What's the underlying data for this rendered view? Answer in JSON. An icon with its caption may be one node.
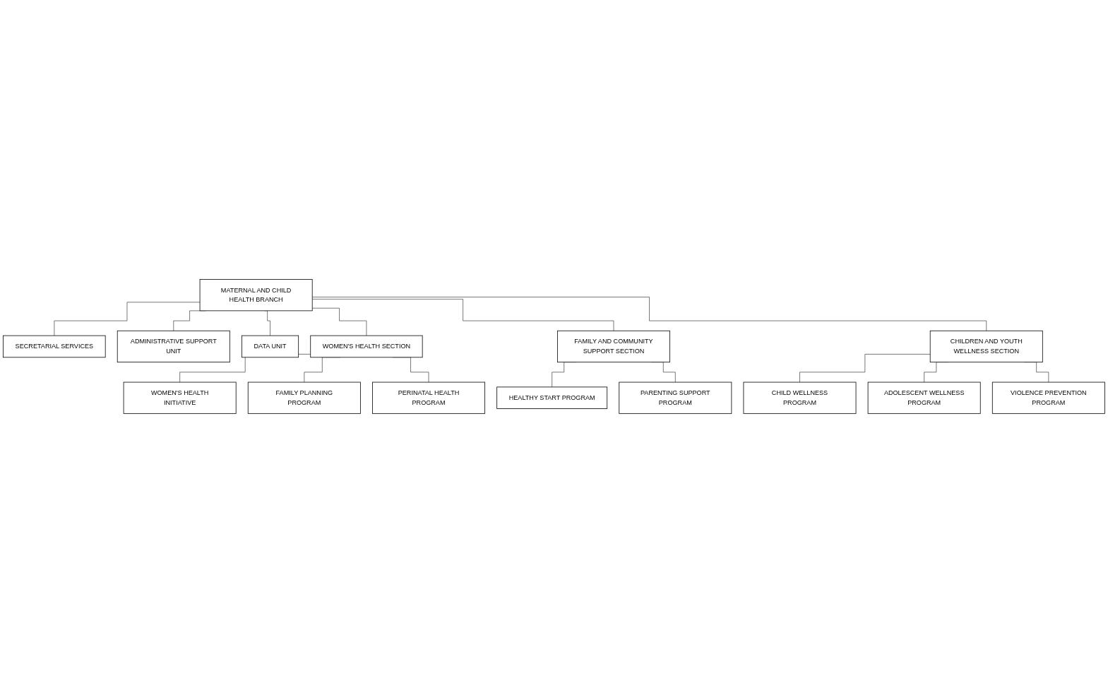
{
  "diagram": {
    "nodes": [
      {
        "text": [
          "MATERNAL AND CHILD HEALTH BRANCH"
        ]
      },
      {
        "text": [
          "SECRETARIAL SERVICES"
        ]
      },
      {
        "text": [
          "ADMINISTRATIVE SUPPORT UNIT"
        ]
      },
      {
        "text": [
          "DATA UNIT"
        ]
      },
      {
        "text": [
          "WOMEN'S HEALTH SECTION"
        ]
      },
      {
        "text": [
          "FAMILY AND COMMUNITY SUPPORT SECTION"
        ]
      },
      {
        "text": [
          "CHILDREN AND YOUTH WELLNESS SECTION"
        ]
      },
      {
        "text": [
          "WOMEN'S HEALTH INITIATIVE"
        ]
      },
      {
        "text": [
          "FAMILY PLANNING PROGRAM"
        ]
      },
      {
        "text": [
          "PERINATAL HEALTH PROGRAM"
        ]
      },
      {
        "text": [
          "HEALTHY START PROGRAM"
        ]
      },
      {
        "text": [
          "PARENTING SUPPORT PROGRAM"
        ]
      },
      {
        "text": [
          "CHILD WELLNESS PROGRAM"
        ]
      },
      {
        "text": [
          "ADOLESCENT WELLNESS PROGRAM"
        ]
      },
      {
        "text": [
          "VIOLENCE PREVENTION PROGRAM"
        ]
      }
    ],
    "edges": [
      {
        "from": 0,
        "to": 1,
        "arrow": "none"
      },
      {
        "from": 0,
        "to": 2,
        "arrow": "none"
      },
      {
        "from": 0,
        "to": 3,
        "arrow": "none"
      },
      {
        "from": 0,
        "to": 4,
        "arrow": "none"
      },
      {
        "from": 0,
        "to": 5,
        "arrow": "none"
      },
      {
        "from": 0,
        "to": 6,
        "arrow": "none"
      },
      {
        "from": 4,
        "to": 7,
        "arrow": "none"
      },
      {
        "from": 4,
        "to": 8,
        "arrow": "none"
      },
      {
        "from": 4,
        "to": 9,
        "arrow": "none"
      },
      {
        "from": 5,
        "to": 10,
        "arrow": "none"
      },
      {
        "from": 5,
        "to": 11,
        "arrow": "none"
      },
      {
        "from": 6,
        "to": 12,
        "arrow": "none"
      },
      {
        "from": 6,
        "to": 13,
        "arrow": "none"
      },
      {
        "from": 6,
        "to": 14,
        "arrow": "none"
      }
    ]
  }
}
